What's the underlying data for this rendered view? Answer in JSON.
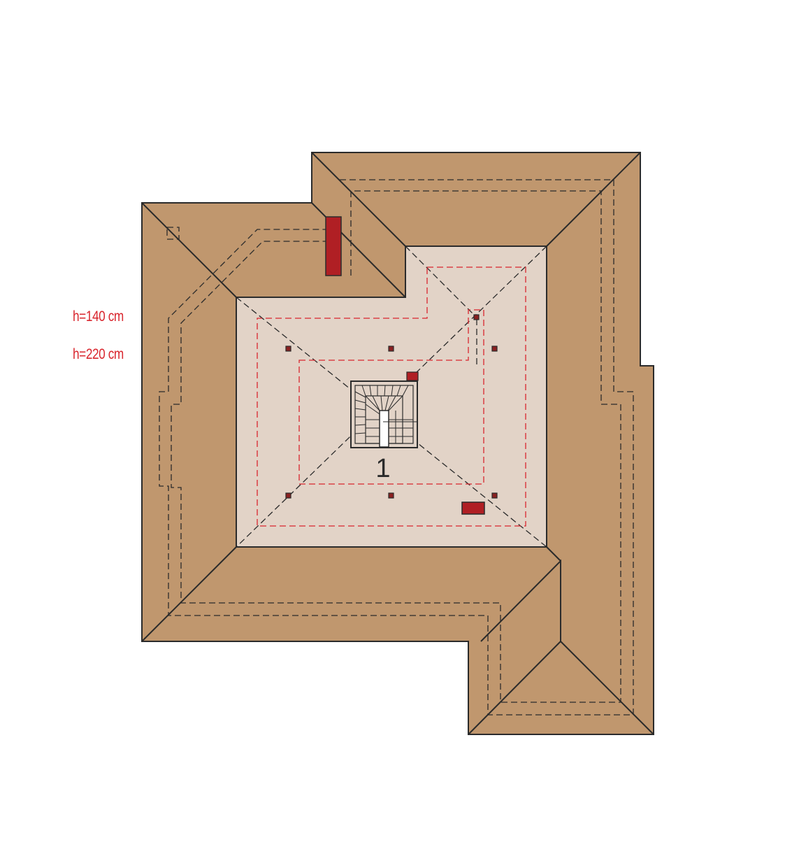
{
  "legend": {
    "low_height": "h=140 cm",
    "high_height": "h=220 cm"
  },
  "room": {
    "number": "1"
  },
  "colors": {
    "roof": "#c0976e",
    "attic_floor": "#e2d3c7",
    "outline": "#2b2b2b",
    "chimney": "#b01f24",
    "height_line": "#d9262e"
  }
}
